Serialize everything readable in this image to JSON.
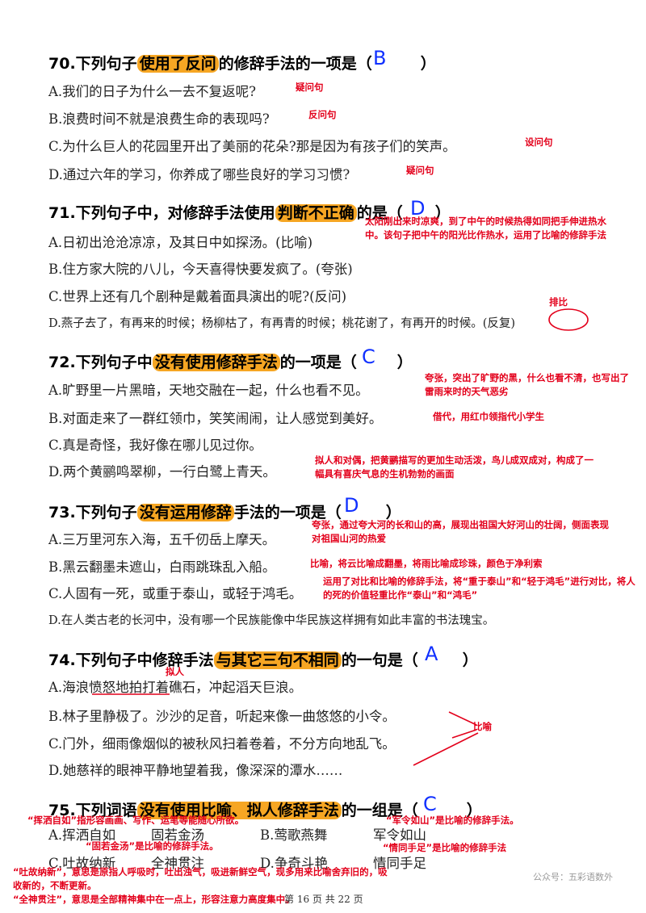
{
  "q70": {
    "num": "70.",
    "pre": "下列句子",
    "hl": "使用了反问",
    "post": "的修辞手法的一项是（",
    "close": "）",
    "answer": "B",
    "options": [
      "A.我们的日子为什么一去不复返呢?",
      "B.浪费时间不就是浪费生命的表现吗?",
      "C.为什么巨人的花园里开出了美丽的花朵?那是因为有孩子们的笑声。",
      "D.通过六年的学习，你养成了哪些良好的学习习惯?"
    ],
    "notes": [
      "疑问句",
      "反问句",
      "设问句",
      "疑问句"
    ]
  },
  "q71": {
    "num": "71.",
    "pre": "下列句子中，对修辞手法使用",
    "hl": "判断不正确",
    "post": "的是（",
    "close": "）",
    "answer": "D",
    "options": [
      "A.日初出沧沧凉凉，及其日中如探汤。(比喻)",
      "B.住方家大院的八儿，今天喜得快要发疯了。(夸张)",
      "C.世界上还有几个剧种是戴着面具演出的呢?(反问)",
      "D.燕子去了，有再来的时候；杨柳枯了，有再青的时候；桃花谢了，有再开的时候。(反复)"
    ],
    "note_main": "太阳刚出来时凉爽，到了中午的时候热得如同把手伸进热水中。该句子把中午的阳光比作热水，运用了比喻的修辞手法",
    "note_d": "排比"
  },
  "q72": {
    "num": "72.",
    "pre": "下列句子中",
    "hl": "没有使用修辞手法",
    "post": "的一项是（",
    "close": "）",
    "answer": "C",
    "options": [
      "A.旷野里一片黑暗，天地交融在一起，什么也看不见。",
      "B.对面走来了一群红领巾，笑笑闹闹，让人感觉到美好。",
      "C.真是奇怪，我好像在哪儿见过你。",
      "D.两个黄鹂鸣翠柳，一行白鹭上青天。"
    ],
    "notes": [
      "夸张，突出了旷野的黑，什么也看不清，也写出了雷雨来时的天气恶劣",
      "借代，用红巾领指代小学生",
      "",
      "拟人和对偶，把黄鹂描写的更加生动活泼，鸟儿成双成对，构成了一幅具有喜庆气息的生机勃勃的画面"
    ]
  },
  "q73": {
    "num": "73.",
    "pre": "下列句子",
    "hl": "没有运用修辞",
    "post": "手法的一项是（",
    "close": "）",
    "answer": "D",
    "options": [
      "A.三万里河东入海，五千仞岳上摩天。",
      "B.黑云翻墨未遮山，白雨跳珠乱入船。",
      "C.人固有一死，或重于泰山，或轻于鸿毛。",
      "D.在人类古老的长河中，没有哪一个民族能像中华民族这样拥有如此丰富的书法瑰宝。"
    ],
    "notes": [
      "夸张，通过夸大河的长和山的高，展现出祖国大好河山的壮阔，侧面表现对祖国山河的热爱",
      "比喻，将云比喻成翻墨，将雨比喻成珍珠，颜色于净利索",
      "运用了对比和比喻的修辞手法，将“重于泰山”和“轻于鸿毛”进行对比，将人的死的价值轻重比作“泰山”和“鸿毛”"
    ]
  },
  "q74": {
    "num": "74.",
    "pre": "下列句子中修辞手法",
    "hl": "与其它三句不相同",
    "post": "的一句是（",
    "close": "）",
    "answer": "A",
    "options": [
      "A.海浪愤怒地拍打着礁石，冲起滔天巨浪。",
      "B.林子里静极了。沙沙的足音，听起来像一曲悠悠的小令。",
      "C.门外，细雨像烟似的被秋风扫着卷着，不分方向地乱飞。",
      "D.她慈祥的眼神平静地望着我，像深深的潭水……"
    ],
    "note_a": "拟人",
    "note_bcd": "比喻"
  },
  "q75": {
    "num": "75.",
    "pre": "下列词语",
    "hl": "没有使用比喻、拟人修辞手法",
    "post": "的一组是（",
    "close": "）",
    "answer": "C",
    "options": [
      "A.挥洒自如",
      "固若金汤",
      "B.莺歌燕舞",
      "军令如山",
      "C.吐故纳新",
      "全神贯注",
      "D.争奇斗艳",
      "情同手足"
    ],
    "notes": [
      "“挥洒自如”指形容画画、写作、运笔等能随心所欲。",
      "“固若金汤”是比喻的修辞手法。",
      "“军令如山”是比喻的修辞手法。",
      "“情同手足”是比喻的修辞手法",
      "“吐故纳新”，意思是原指人呼吸时，吐出浊气，吸进新鲜空气，现多用来比喻舍弃旧的，吸收新的，不断更新。",
      "“全神贯注”，意思是全部精神集中在一点上，形容注意力高度集中。"
    ]
  },
  "footer": "第 16 页 共 22 页",
  "watermark": "公众号：五彩语数外",
  "colors": {
    "highlight": "#f6a623",
    "answer_ink": "#1030ff",
    "note_ink": "#e3001b"
  }
}
